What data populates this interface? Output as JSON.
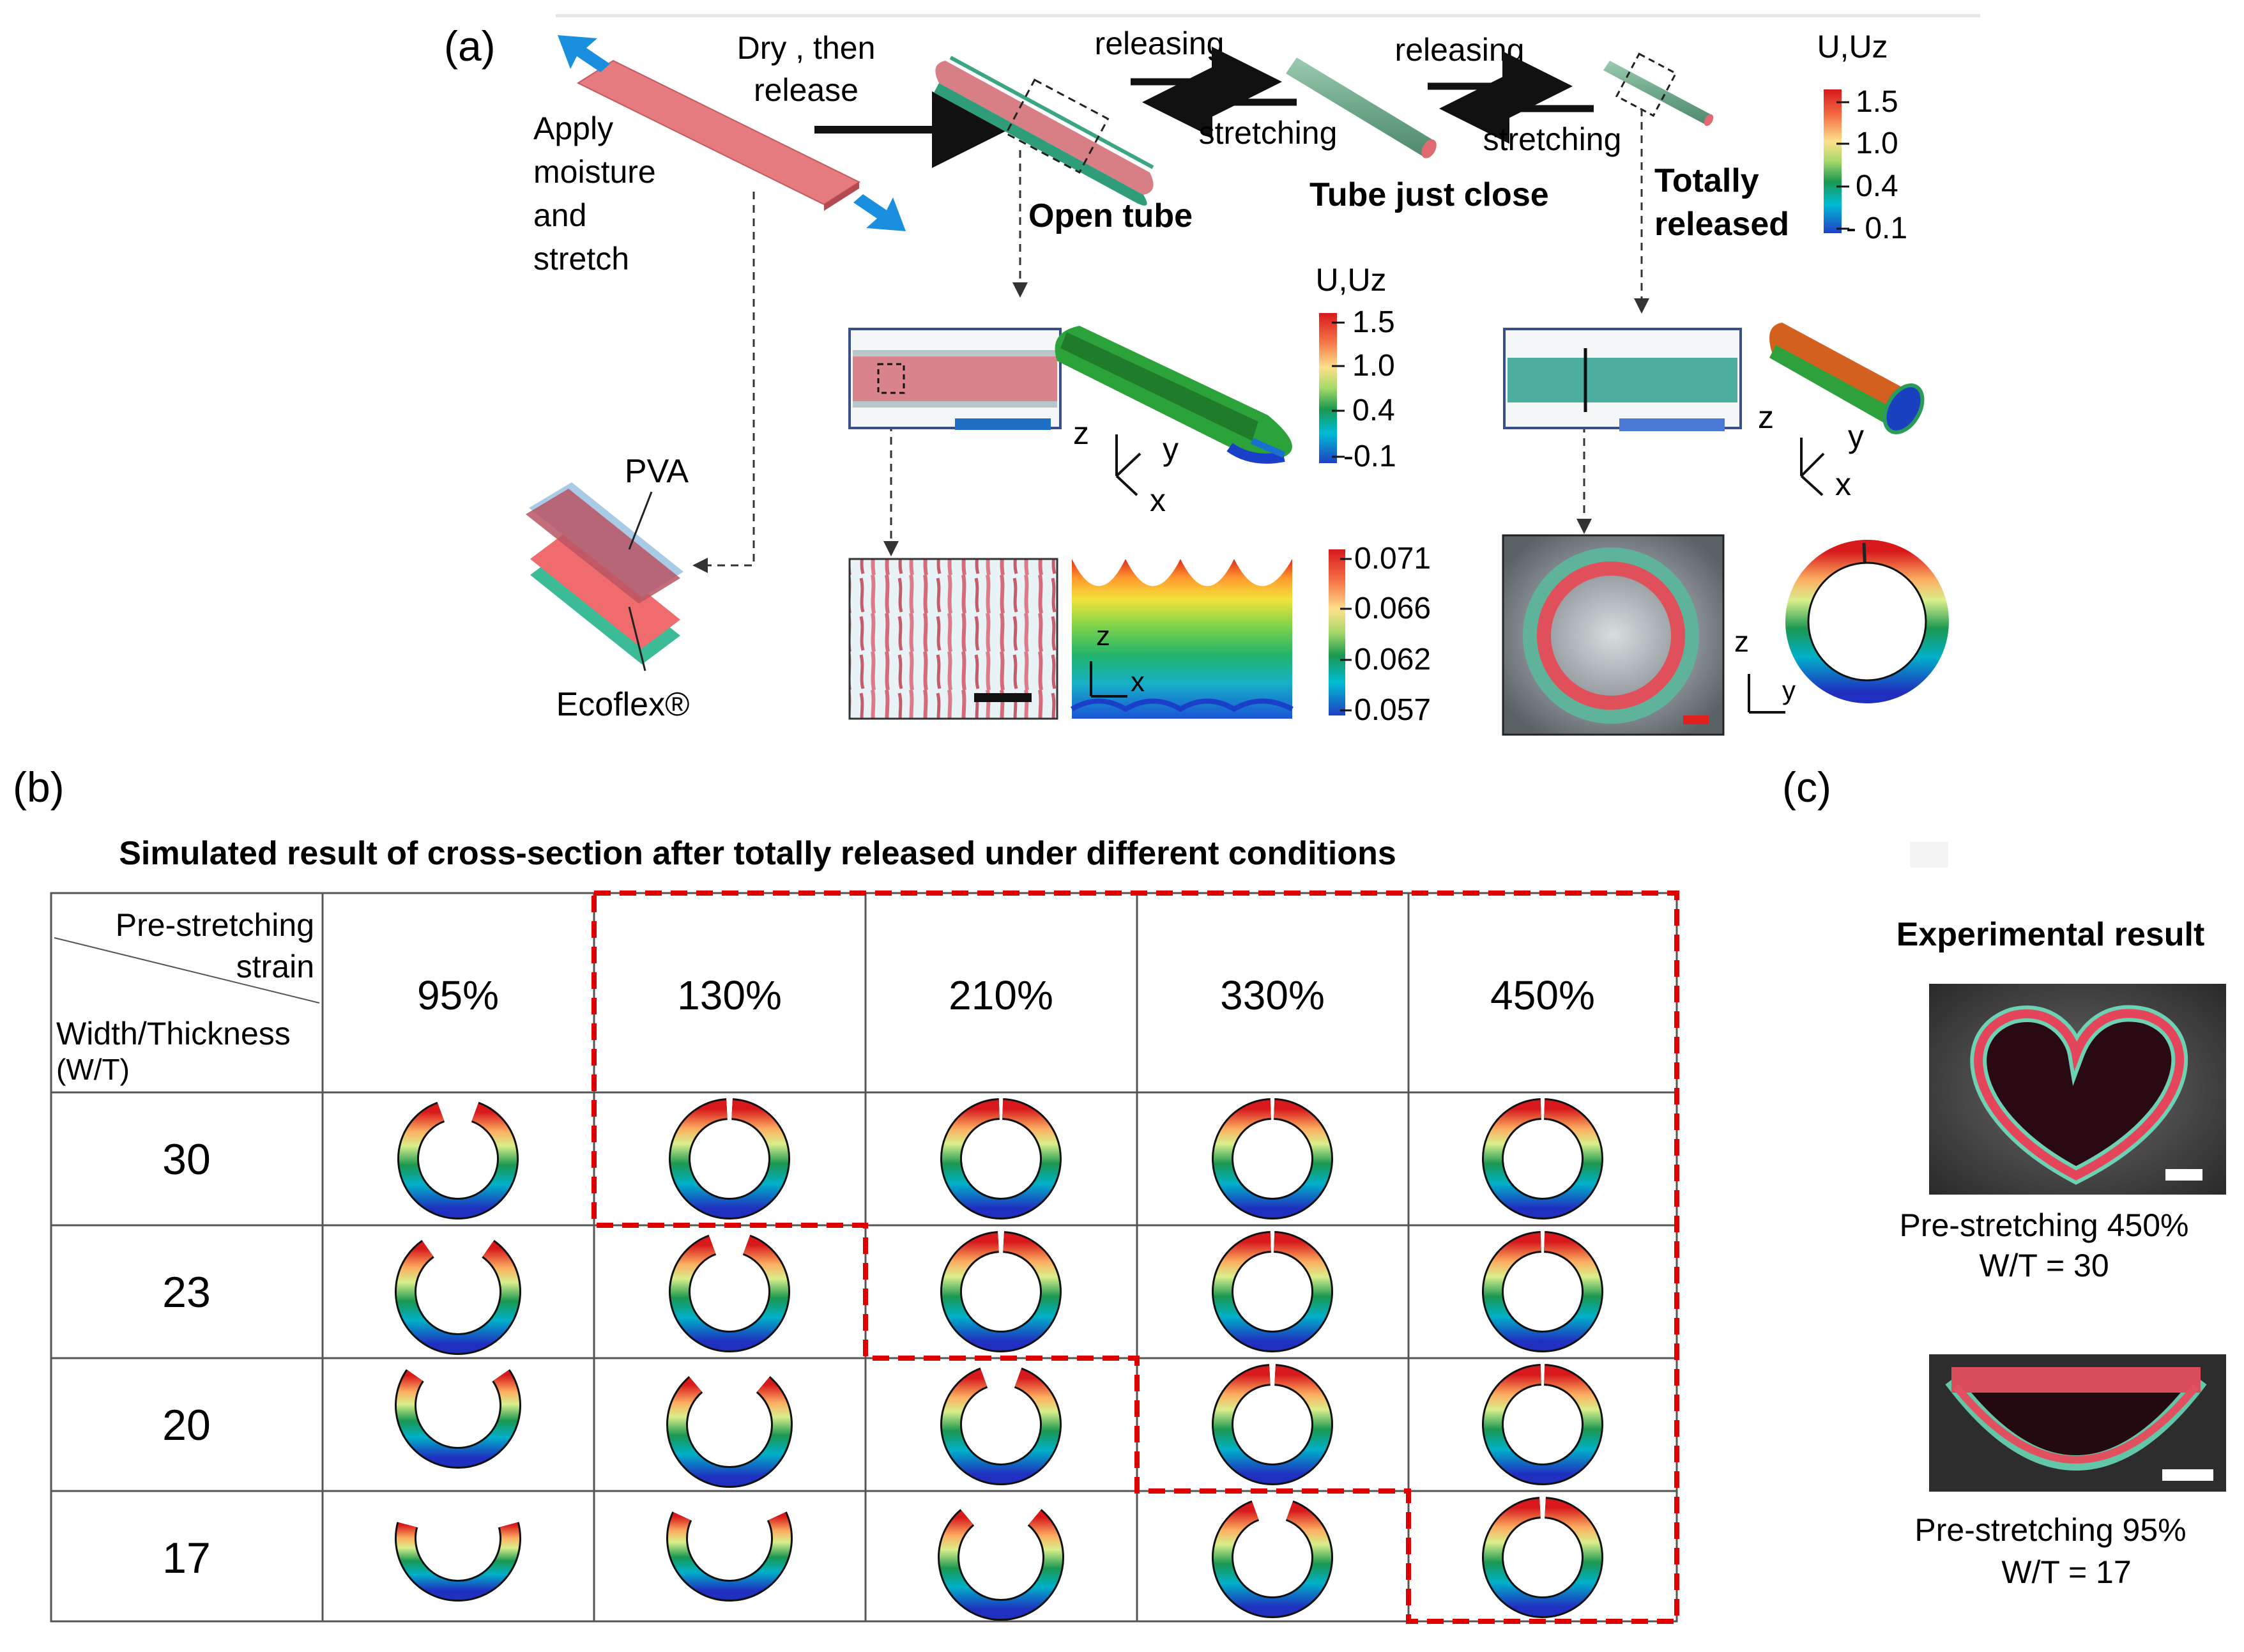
{
  "panel_labels": {
    "a": "(a)",
    "b": "(b)",
    "c": "(c)"
  },
  "panel_a": {
    "apply_lines": [
      "Apply",
      "moisture",
      "and",
      "stretch"
    ],
    "dry_lines": [
      "Dry , then",
      "release"
    ],
    "releasing_1": "releasing",
    "stretching_1": "stretching",
    "releasing_2": "releasing",
    "stretching_2": "stretching",
    "open_tube": "Open tube",
    "tube_just_close": "Tube just close",
    "totally_released_lines": [
      "Totally",
      "released"
    ],
    "pva": "PVA",
    "ecoflex": "Ecoflex®",
    "colorbar_uuz_top": {
      "title": "U,Uz",
      "ticks": [
        "1.5",
        "1.0",
        "0.4",
        "- 0.1"
      ]
    },
    "colorbar_uuz_mid": {
      "title": "U,Uz",
      "ticks": [
        "1.5",
        "1.0",
        "0.4",
        "-0.1"
      ]
    },
    "colorbar_small": {
      "ticks": [
        "0.071",
        "0.066",
        "0.062",
        "0.057"
      ]
    },
    "axes": {
      "z": "z",
      "y": "y",
      "x": "x"
    },
    "colors": {
      "pva_pink": "#e8717a",
      "ecoflex_green": "#3fb89a",
      "arrow_blue": "#1a8fe0",
      "scale_blue": "#1f6fc4",
      "scale_red": "#e0201c"
    }
  },
  "panel_b": {
    "title": "Simulated result of cross-section after totally released under different conditions",
    "header_top_lines": [
      "Pre-stretching",
      "strain"
    ],
    "header_bottom_lines": [
      "Width/Thickness",
      "(W/T)"
    ],
    "columns": [
      "95%",
      "130%",
      "210%",
      "330%",
      "450%"
    ],
    "rows": [
      "30",
      "23",
      "20",
      "17"
    ],
    "highlight_color": "#e00000"
  },
  "panel_c": {
    "title": "Experimental result",
    "caption1_lines": [
      "Pre-stretching 450%",
      "W/T = 30"
    ],
    "caption2_lines": [
      "Pre-stretching 95%",
      "W/T = 17"
    ]
  }
}
